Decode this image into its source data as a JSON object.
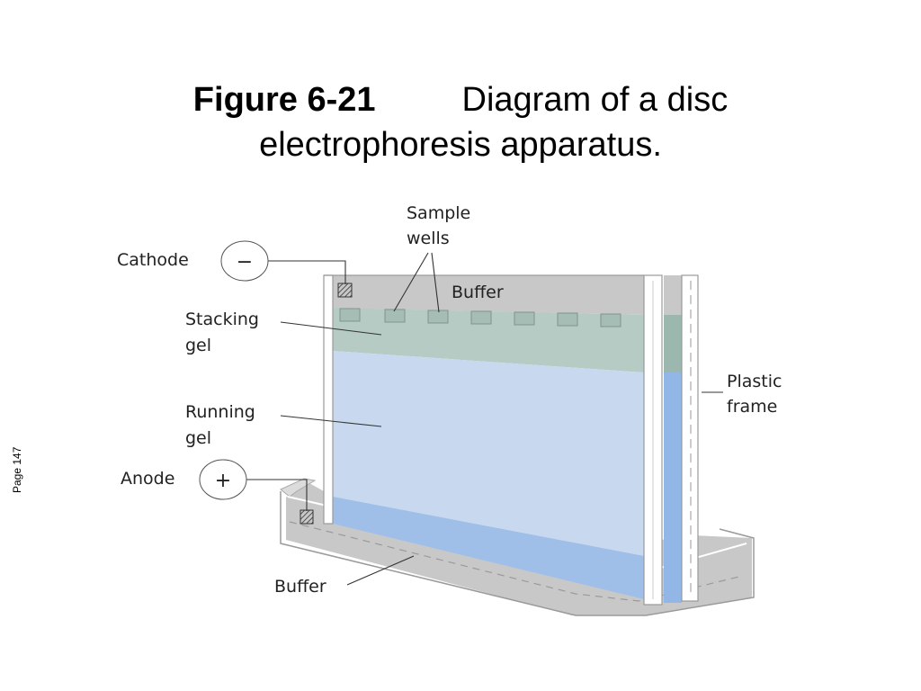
{
  "figure": {
    "number": "Figure 6-21",
    "caption_line1": "Diagram of a disc",
    "caption_line2": "electrophoresis apparatus."
  },
  "page_label": "Page 147",
  "labels": {
    "sample_wells_1": "Sample",
    "sample_wells_2": "wells",
    "cathode": "Cathode",
    "cathode_symbol": "−",
    "buffer_top": "Buffer",
    "stacking_gel_1": "Stacking",
    "stacking_gel_2": "gel",
    "running_gel_1": "Running",
    "running_gel_2": "gel",
    "anode": "Anode",
    "anode_symbol": "+",
    "plastic_frame_1": "Plastic",
    "plastic_frame_2": "frame",
    "buffer_bottom": "Buffer"
  },
  "colors": {
    "buffer": "#c8c8c8",
    "stacking_gel": "#b5cbc3",
    "running_gel": "#c7d8ef",
    "running_gel_dark": "#92b6e6",
    "frame": "#ffffff"
  }
}
